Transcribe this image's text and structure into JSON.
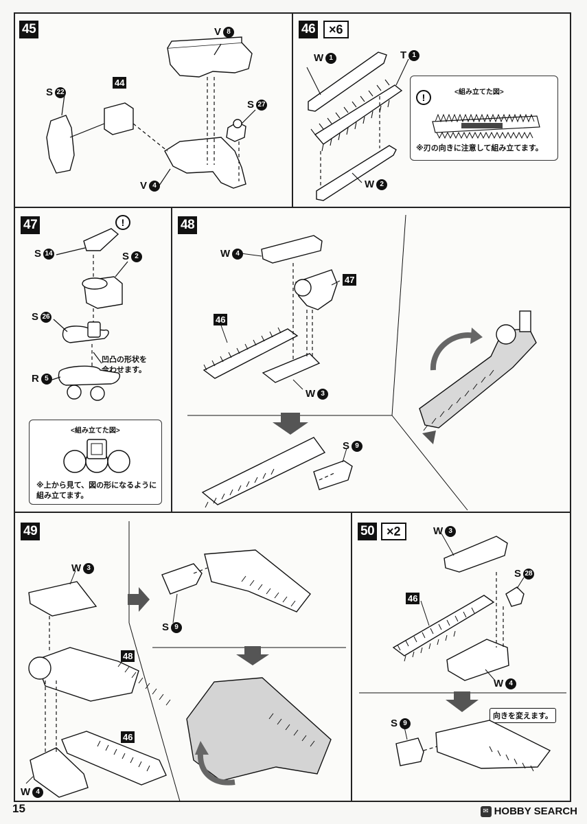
{
  "page": {
    "number": "15",
    "brand": "HOBBY SEARCH"
  },
  "steps": {
    "s45": {
      "number": "45",
      "labels": {
        "v8": {
          "letter": "V",
          "num": "8"
        },
        "s22": {
          "letter": "S",
          "num": "22"
        },
        "s27": {
          "letter": "S",
          "num": "27"
        },
        "v4": {
          "letter": "V",
          "num": "4"
        }
      },
      "ref": "44"
    },
    "s46": {
      "number": "46",
      "qty": "×6",
      "labels": {
        "w1": {
          "letter": "W",
          "num": "1"
        },
        "t1": {
          "letter": "T",
          "num": "1"
        },
        "w2": {
          "letter": "W",
          "num": "2"
        }
      },
      "callout": {
        "title": "<組み立てた図>",
        "note": "※刃の向きに注意して組み立てます。",
        "icon": "!"
      }
    },
    "s47": {
      "number": "47",
      "labels": {
        "s14": {
          "letter": "S",
          "num": "14"
        },
        "s2": {
          "letter": "S",
          "num": "2"
        },
        "s26": {
          "letter": "S",
          "num": "26"
        },
        "r5": {
          "letter": "R",
          "num": "5"
        }
      },
      "hint": "凹凸の形状を\n合わせます。",
      "callout": {
        "title": "<組み立てた図>",
        "note": "※上から見て、図の形になるように\n組み立てます。"
      },
      "icon": "!"
    },
    "s48": {
      "number": "48",
      "labels": {
        "w4": {
          "letter": "W",
          "num": "4"
        },
        "w3": {
          "letter": "W",
          "num": "3"
        },
        "s9": {
          "letter": "S",
          "num": "9"
        }
      },
      "refs": {
        "a": "47",
        "b": "46"
      }
    },
    "s49": {
      "number": "49",
      "labels": {
        "w3": {
          "letter": "W",
          "num": "3"
        },
        "s9": {
          "letter": "S",
          "num": "9"
        },
        "w4": {
          "letter": "W",
          "num": "4"
        }
      },
      "refs": {
        "a": "48",
        "b": "46"
      }
    },
    "s50": {
      "number": "50",
      "qty": "×2",
      "labels": {
        "w3": {
          "letter": "W",
          "num": "3"
        },
        "s28": {
          "letter": "S",
          "num": "28"
        },
        "w4": {
          "letter": "W",
          "num": "4"
        },
        "s9": {
          "letter": "S",
          "num": "9"
        }
      },
      "ref": "46",
      "tag": "向きを変えます。"
    }
  }
}
